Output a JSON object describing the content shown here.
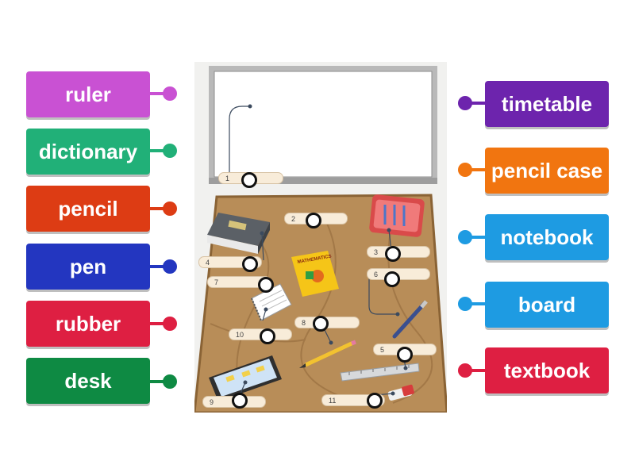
{
  "left_words": [
    {
      "label": "ruler",
      "color": "#c951d3"
    },
    {
      "label": "dictionary",
      "color": "#21b078"
    },
    {
      "label": "pencil",
      "color": "#dd3c14"
    },
    {
      "label": "pen",
      "color": "#2336c0"
    },
    {
      "label": "rubber",
      "color": "#de1f42"
    },
    {
      "label": "desk",
      "color": "#0e8a43"
    }
  ],
  "right_words": [
    {
      "label": "timetable",
      "color": "#6d24ad"
    },
    {
      "label": "pencil case",
      "color": "#f17510"
    },
    {
      "label": "notebook",
      "color": "#1e9be2"
    },
    {
      "label": "board",
      "color": "#1e9be2"
    },
    {
      "label": "textbook",
      "color": "#de1f42"
    }
  ],
  "number_labels": [
    "1",
    "2",
    "3",
    "4",
    "5",
    "6",
    "7",
    "8",
    "9",
    "10",
    "11"
  ],
  "book_cover_text": "MATHEMATICS"
}
